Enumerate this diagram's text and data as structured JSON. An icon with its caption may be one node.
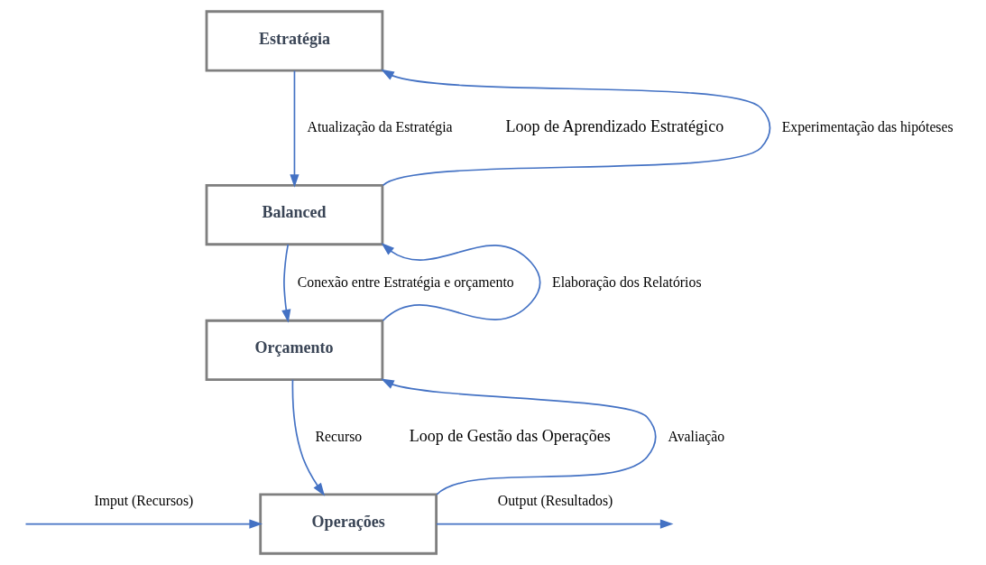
{
  "diagram": {
    "nodes": [
      {
        "text": [
          "Estratégia"
        ]
      },
      {
        "text": [
          "Balanced"
        ]
      },
      {
        "text": [
          "Orçamento"
        ]
      },
      {
        "text": [
          "Operações"
        ]
      }
    ],
    "edges": [
      {
        "from": 0,
        "to": 1,
        "arrow": "to",
        "label": "Atualização da Estratégia"
      },
      {
        "from": 1,
        "to": 0,
        "arrow": "to",
        "label": "Experimentação das hipóteses"
      },
      {
        "from": 1,
        "to": 2,
        "arrow": "to",
        "label": "Conexão entre Estratégia e orçamento"
      },
      {
        "from": 2,
        "to": 1,
        "arrow": "to",
        "label": "Elaboração dos Relatórios"
      },
      {
        "from": 2,
        "to": 3,
        "arrow": "to",
        "label": "Recurso"
      },
      {
        "from": 3,
        "to": 2,
        "arrow": "to",
        "label": "Avaliação"
      },
      {
        "from": null,
        "to": 3,
        "arrow": "to",
        "label": "Imput (Recursos)"
      },
      {
        "from": 3,
        "to": null,
        "arrow": "to",
        "label": "Output (Resultados)"
      }
    ],
    "labels": [
      "Loop de Aprendizado Estratégico",
      "Loop de Gestão das Operações"
    ]
  }
}
